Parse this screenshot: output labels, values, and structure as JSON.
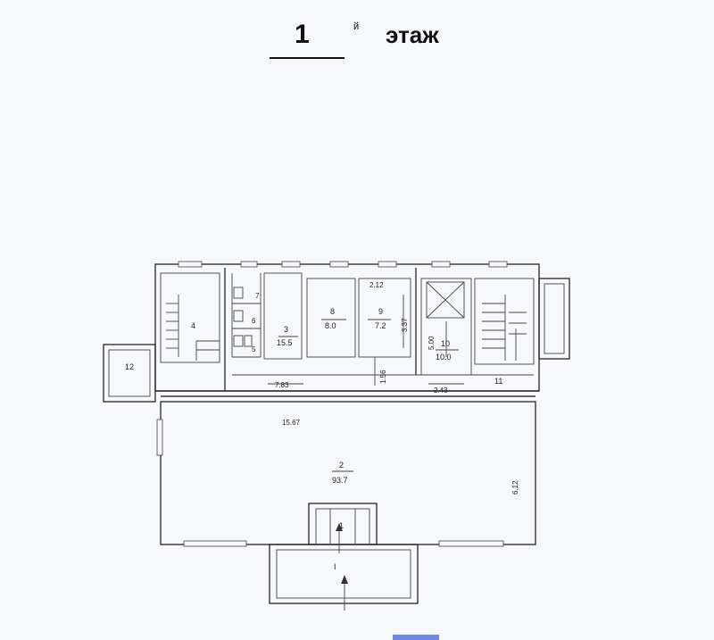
{
  "heading": {
    "number": "1",
    "superscript": "й",
    "word": "этаж"
  },
  "rooms": [
    {
      "id": "1",
      "area": ""
    },
    {
      "id": "2",
      "area": "93.7"
    },
    {
      "id": "3",
      "area": "15.5"
    },
    {
      "id": "4",
      "area": ""
    },
    {
      "id": "5",
      "area": ""
    },
    {
      "id": "6",
      "area": ""
    },
    {
      "id": "7",
      "area": ""
    },
    {
      "id": "8",
      "area": "8.0"
    },
    {
      "id": "9",
      "area": "7.2"
    },
    {
      "id": "10",
      "area": "10.0"
    },
    {
      "id": "11",
      "area": ""
    },
    {
      "id": "12",
      "area": ""
    }
  ],
  "dimensions": {
    "d_2_12": "2.12",
    "d_3_37": "3.37",
    "d_5_00": "5.00",
    "d_7_83": "7.83",
    "d_1_56": "1.56",
    "d_2_43": "2.43",
    "d_15_67": "15.67",
    "d_6_12": "6.12"
  },
  "entrance_label": "I"
}
